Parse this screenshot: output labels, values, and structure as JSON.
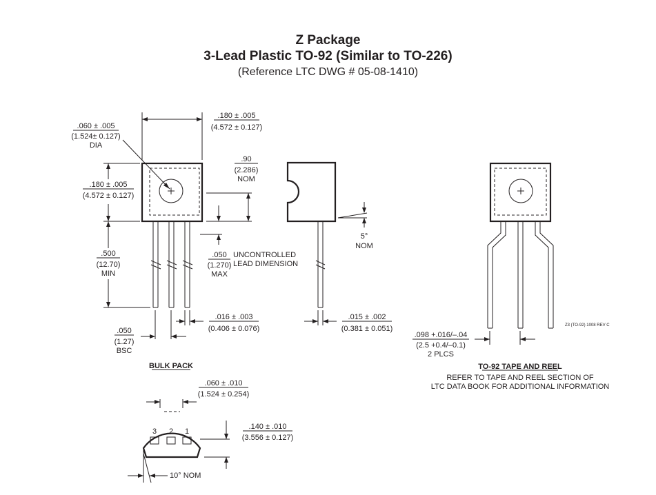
{
  "title": {
    "line1": "Z Package",
    "line2": "3-Lead Plastic TO-92 (Similar to TO-226)",
    "line3": "(Reference LTC DWG # 05-08-1410)"
  },
  "front": {
    "width": {
      "val": ".180 ± .005",
      "mm": "(4.572 ± 0.127)"
    },
    "dia": {
      "val": ".060 ± .005",
      "mm": "(1.524± 0.127)",
      "unit": "DIA"
    },
    "height": {
      "val": ".180 ± .005",
      "mm": "(4.572 ± 0.127)"
    },
    "nom90": {
      "val": ".90",
      "mm": "(2.286)",
      "unit": "NOM"
    },
    "lead_len": {
      "val": ".500",
      "mm": "(12.70)",
      "unit": "MIN"
    },
    "unctrl": {
      "val": ".050",
      "mm": "(1.270)",
      "unit": "MAX",
      "label1": "UNCONTROLLED",
      "label2": "LEAD DIMENSION"
    },
    "lead_w": {
      "val": ".016 ± .003",
      "mm": "(0.406 ± 0.076)"
    },
    "pitch": {
      "val": ".050",
      "mm": "(1.27)",
      "unit": "BSC"
    }
  },
  "side": {
    "angle": {
      "val": "5°",
      "unit": "NOM"
    },
    "thick": {
      "val": ".015 ± .002",
      "mm": "(0.381 ± 0.051)"
    }
  },
  "reel": {
    "dim": {
      "val": ".098 +.016/–.04",
      "mm": "(2.5 +0.4/–0.1)",
      "unit": "2 PLCS"
    },
    "code": "Z3 (TO-92) 1008 REV C",
    "heading": "TO-92 TAPE AND REEL",
    "note1": "REFER TO TAPE AND REEL SECTION OF",
    "note2": "LTC DATA BOOK FOR ADDITIONAL INFORMATION"
  },
  "bulk": {
    "heading": "BULK PACK"
  },
  "bottom": {
    "flat": {
      "val": ".060 ± .010",
      "mm": "(1.524 ± 0.254)"
    },
    "depth": {
      "val": ".140 ± .010",
      "mm": "(3.556 ± 0.127)"
    },
    "pins": [
      "3",
      "2",
      "1"
    ],
    "angle": "10° NOM"
  }
}
